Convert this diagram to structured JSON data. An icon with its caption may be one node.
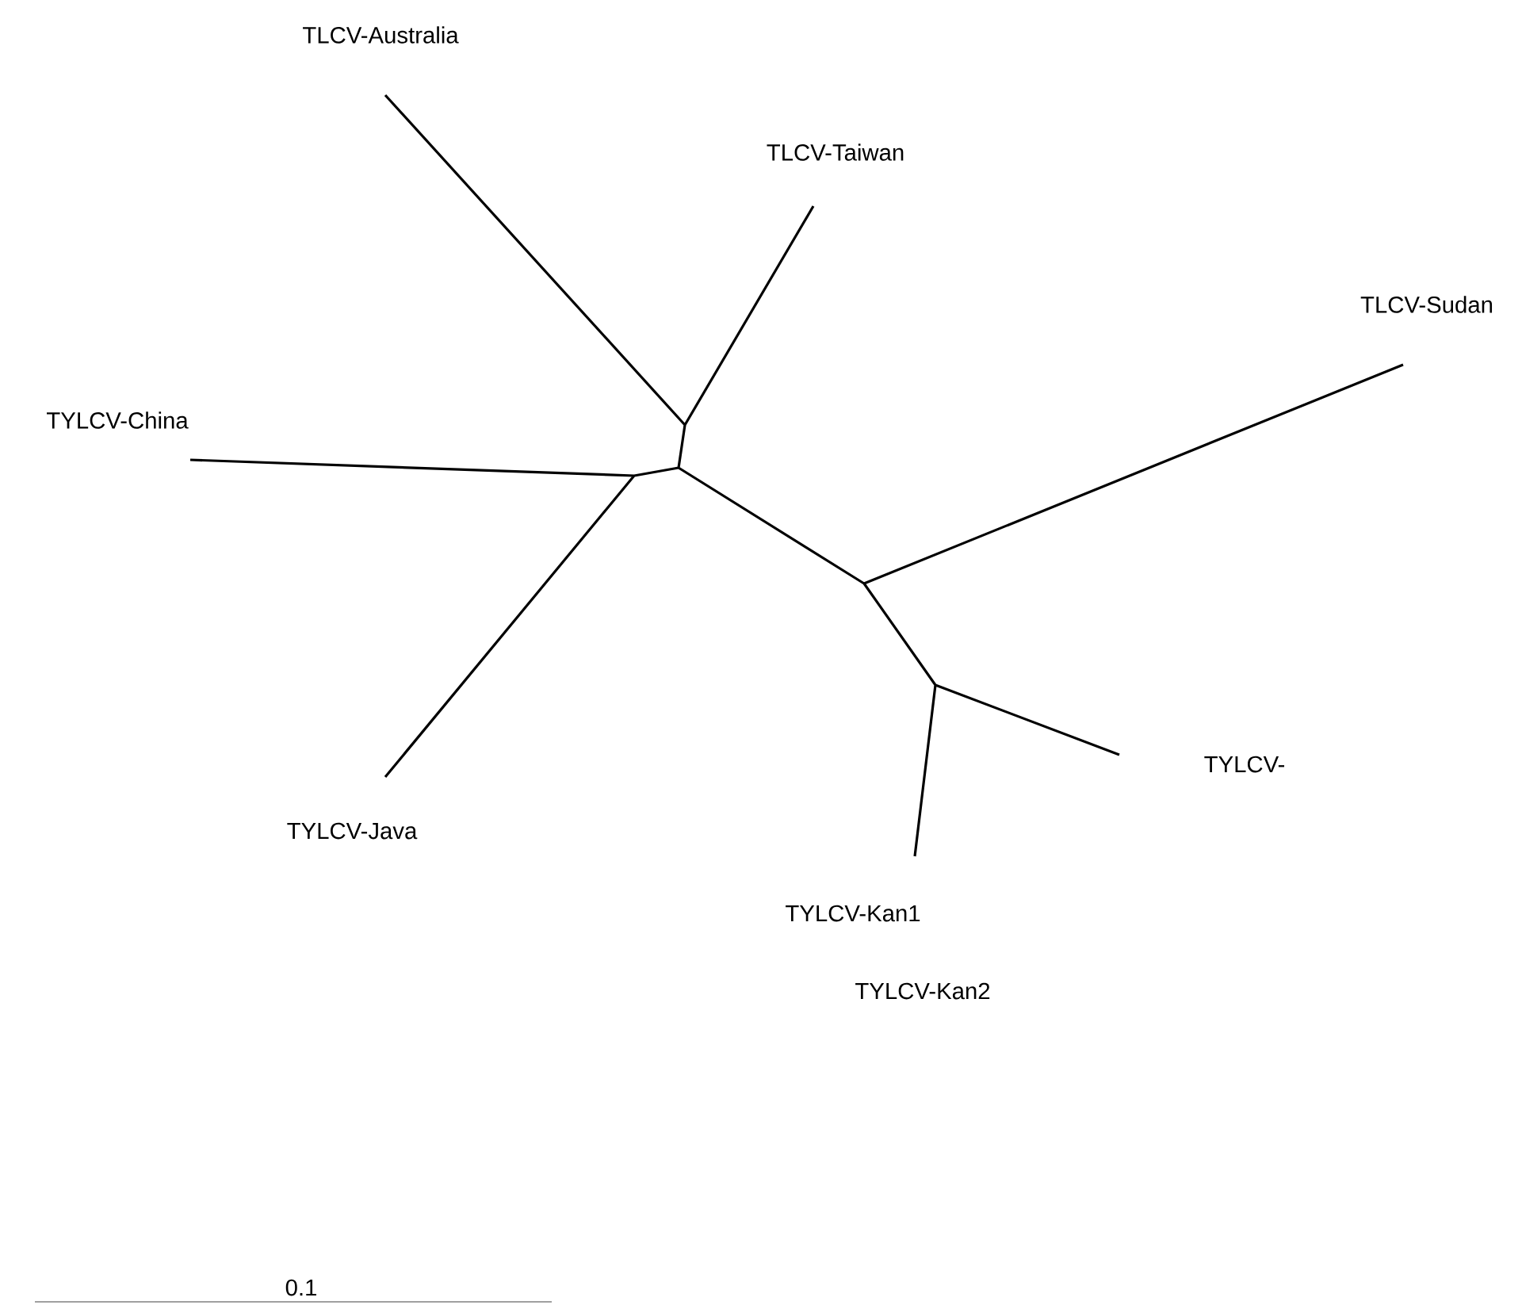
{
  "diagram": {
    "labels": [
      "TLCV-Australia",
      "TLCV-Taiwan",
      "TLCV-Sudan",
      "TYLCV-China",
      "TYLCV-",
      "TYLCV-Java",
      "TYLCV-Kan1",
      "TYLCV-Kan2",
      "0.1"
    ]
  }
}
